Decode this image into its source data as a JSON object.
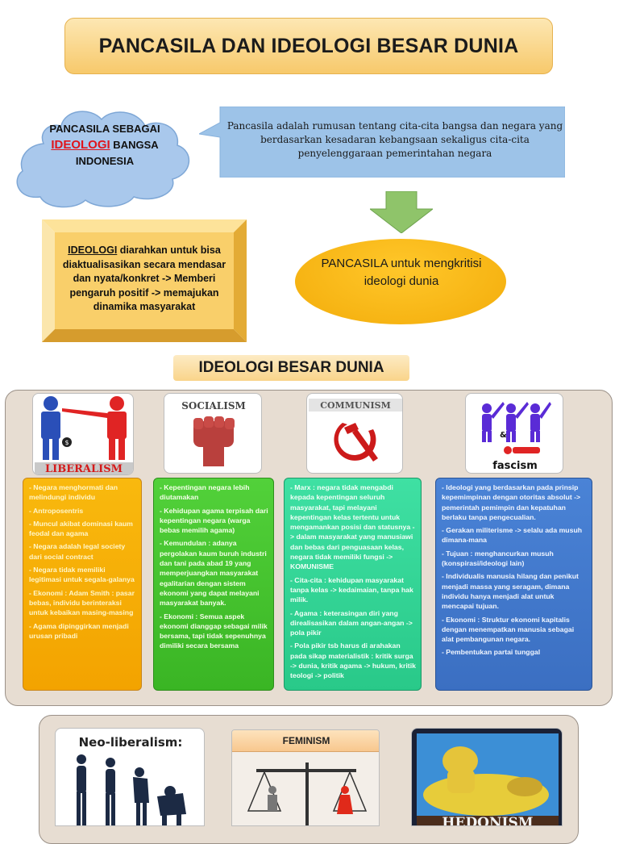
{
  "title": "PANCASILA DAN IDEOLOGI BESAR DUNIA",
  "cloud": {
    "line1": "PANCASILA SEBAGAI",
    "highlight": "IDEOLOGI",
    "line2_rest": " BANGSA",
    "line3": "INDONESIA"
  },
  "callout": {
    "text": "Pancasila adalah rumusan tentang cita-cita bangsa dan negara yang berdasarkan kesadaran kebangsaan sekaligus cita-cita penyelenggaraan pemerintahan  negara"
  },
  "bevel": {
    "term": "IDEOLOGI",
    "text": " diarahkan untuk bisa diaktualisasikan secara mendasar dan nyata/konkret -> Memberi pengaruh positif -> memajukan dinamika masyarakat"
  },
  "ellipse": {
    "text": "PANCASILA untuk mengkritisi ideologi dunia"
  },
  "subtitle": "IDEOLOGI BESAR DUNIA",
  "icons": {
    "liberalism": "LIBERALISM",
    "socialism": "SOCIALISM",
    "communism": "COMMUNISM",
    "fascism": "fascism",
    "dollar": "$",
    "ampersand": "&"
  },
  "columns": {
    "liberalism": [
      "- Negara menghormati dan melindungi individu",
      "- Antroposentris",
      "- Muncul akibat dominasi kaum feodal dan agama",
      "- Negara adalah legal society dari social contract",
      "- Negara tidak memiliki legitimasi untuk segala-galanya",
      "- Ekonomi : Adam Smith : pasar bebas, individu berinteraksi untuk kebaikan masing-masing",
      "- Agama dipinggirkan menjadi urusan pribadi"
    ],
    "socialism": [
      "- Kepentingan negara lebih diutamakan",
      "- Kehidupan agama terpisah dari kepentingan negara (warga bebas memilih agama)",
      "- Kemundulan : adanya pergolakan kaum buruh industri dan tani pada abad 19 yang memperjuangkan masyarakat egalitarian dengan sistem ekonomi yang dapat melayani masyarakat banyak.",
      "- Ekonomi : Semua aspek ekonomi dianggap sebagai milik bersama, tapi tidak sepenuhnya dimiliki secara bersama"
    ],
    "communism": [
      "- Marx : negara tidak mengabdi kepada kepentingan seluruh masyarakat, tapi melayani kepentingan kelas tertentu untuk mengamankan posisi dan statusnya -> dalam masyarakat yang manusiawi dan bebas dari penguasaan kelas, negara tidak memiliki fungsi -> KOMUNISME",
      "- Cita-cita : kehidupan masyarakat tanpa kelas -> kedaimaian, tanpa hak milik.",
      "- Agama : keterasingan diri yang direalisasikan dalam angan-angan -> pola pikir",
      "- Pola pikir tsb harus di arahakan pada sikap materialistik : kritik surga -> dunia, kritik agama -> hukum, kritik teologi -> politik"
    ],
    "fascism": [
      "- Ideologi yang berdasarkan pada prinsip kepemimpinan dengan otoritas absolut -> pemerintah pemimpin dan kepatuhan berlaku tanpa pengecualian.",
      "- Gerakan militerisme -> selalu ada musuh dimana-mana",
      "- Tujuan : menghancurkan musuh (konspirasi/ideologi lain)",
      "- Individualis manusia hilang dan penikut menjadi massa yang seragam, dimana individu hanya menjadi alat untuk mencapai tujuan.",
      "- Ekonomi : Struktur ekonomi kapitalis dengan menempatkan manusia sebagai alat pembangunan negara.",
      "- Pembentukan partai tunggal"
    ]
  },
  "bottom": {
    "neoliberalism": "Neo-liberalism:",
    "feminism": "FEMINISM",
    "hedonism": "HEDONISM"
  },
  "colors": {
    "title_bg": "#f7c96b",
    "cloud": "#a9c8ec",
    "callout": "#9dc3e8",
    "arrow": "#8fc46a",
    "ellipse": "#f5b20f",
    "liberalism": "#f5a800",
    "socialism": "#40bc28",
    "communism": "#2dcd8d",
    "fascism": "#3f73c6"
  }
}
